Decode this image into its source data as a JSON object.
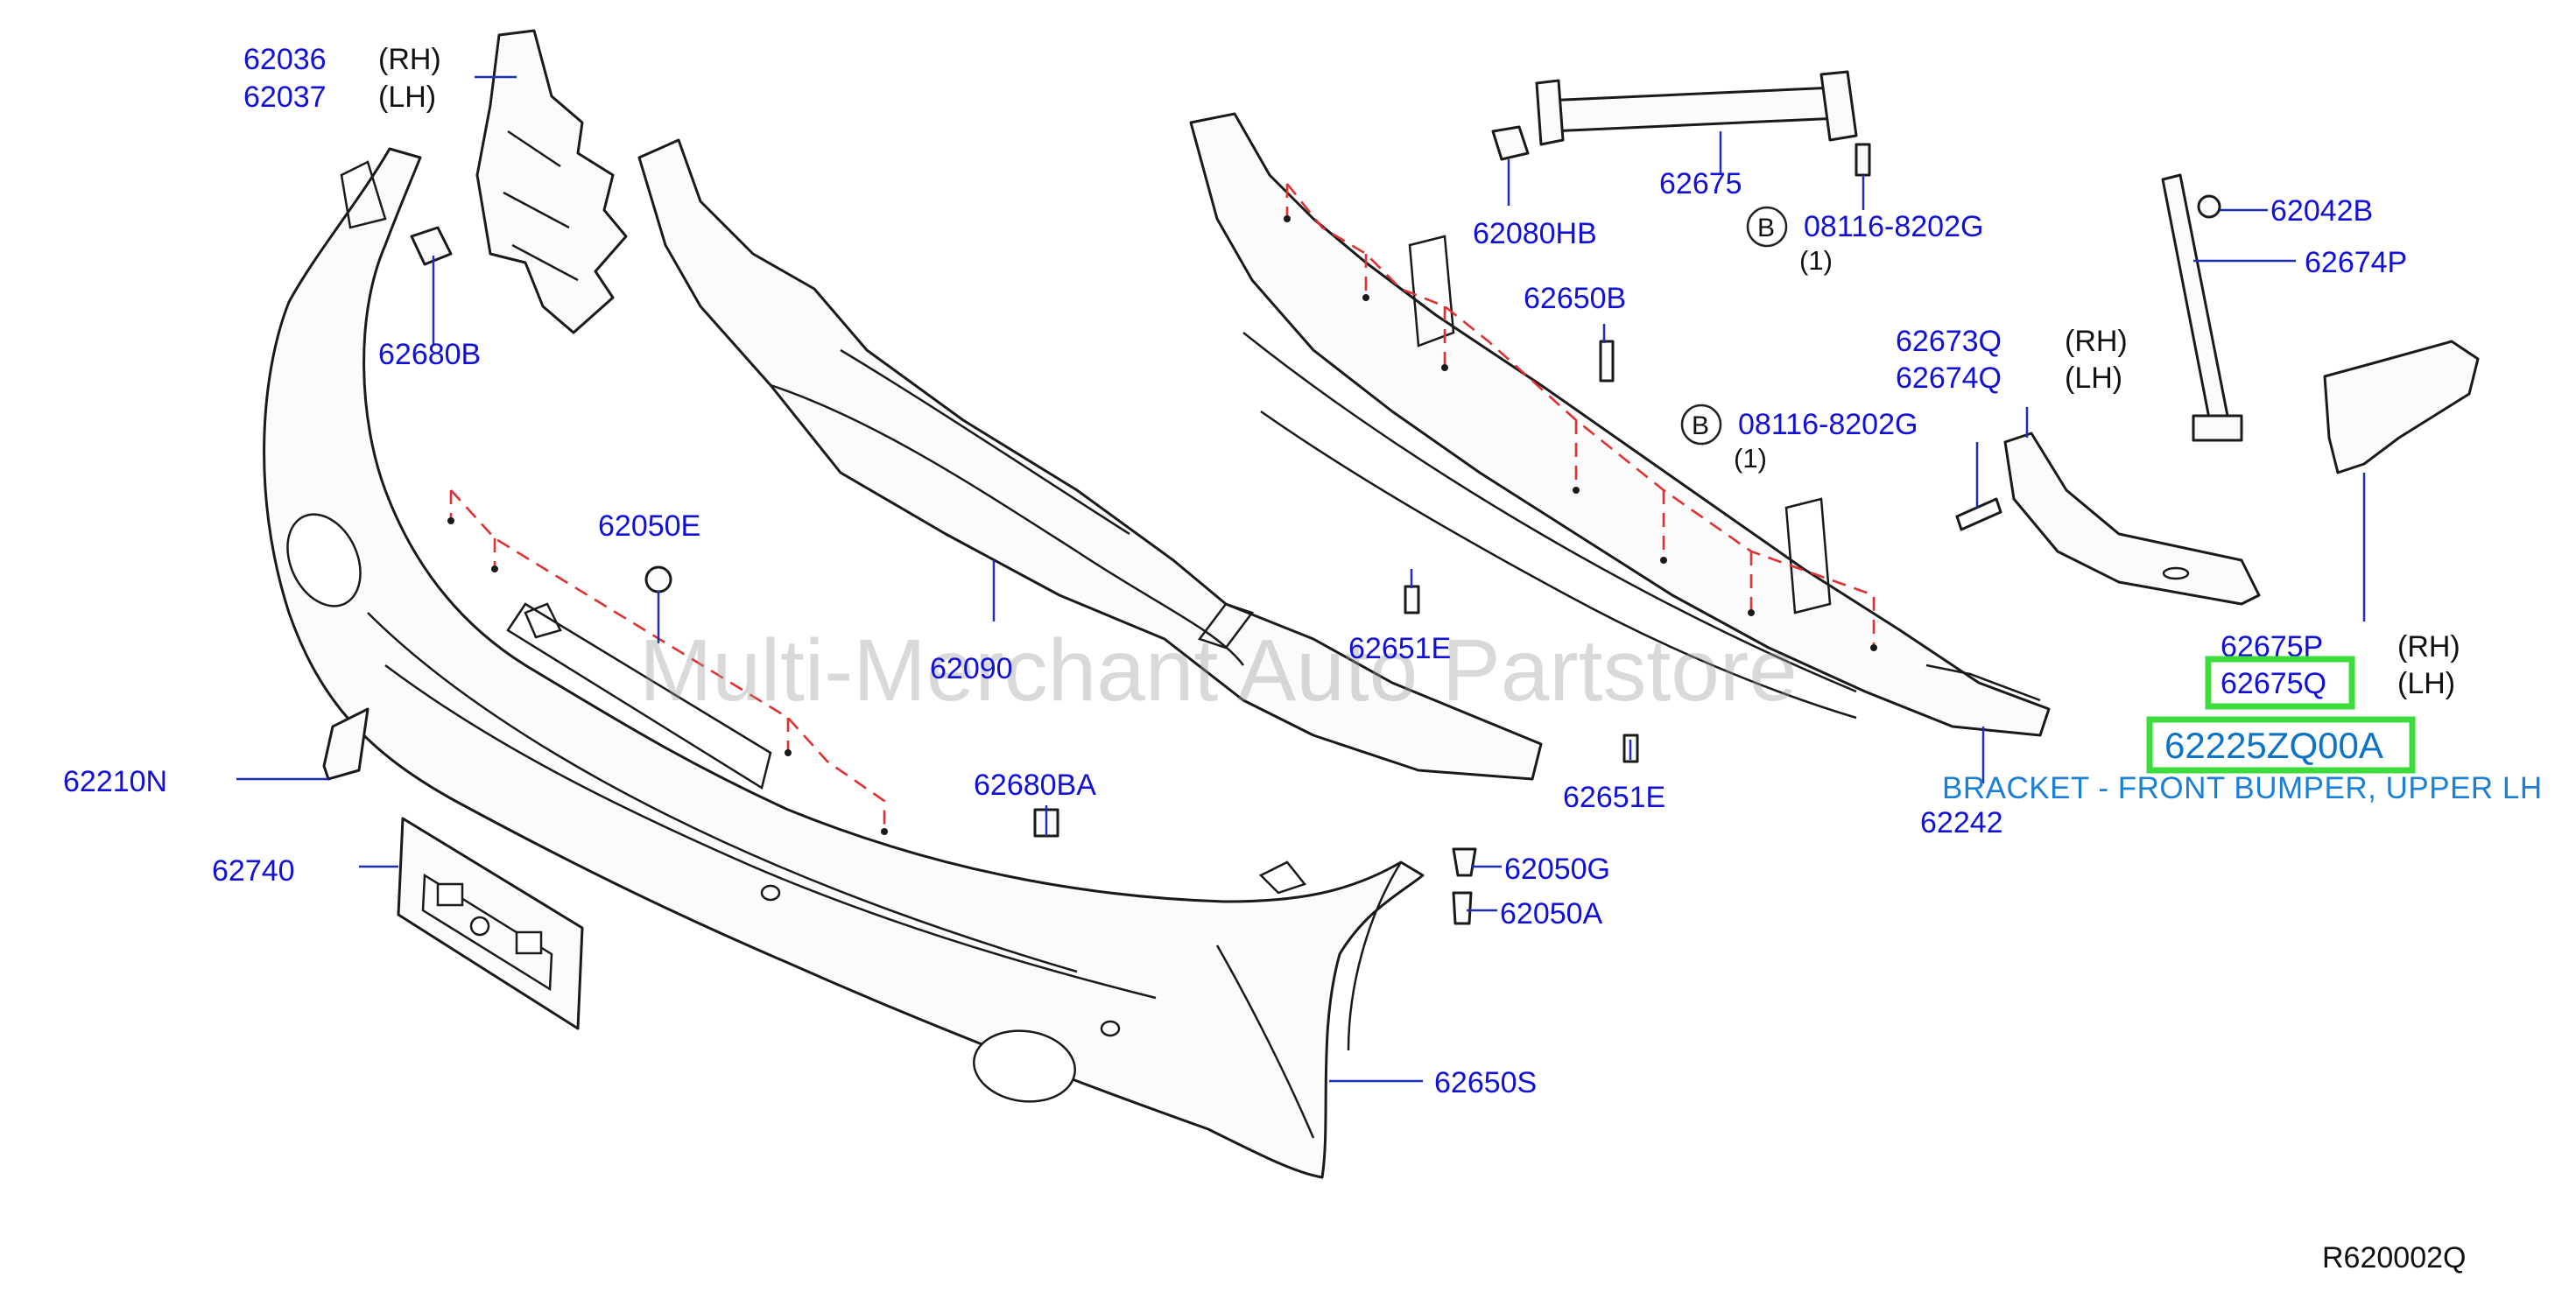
{
  "labels": {
    "p62036": "62036",
    "p62037": "62037",
    "p62680B": "62680B",
    "p62050E": "62050E",
    "p62090": "62090",
    "p62210N": "62210N",
    "p62740": "62740",
    "p62680BA": "62680BA",
    "p62050G": "62050G",
    "p62050A": "62050A",
    "p62650S": "62650S",
    "p62675": "62675",
    "p62080HB": "62080HB",
    "p62650B": "62650B",
    "p62651E_a": "62651E",
    "p62651E_b": "62651E",
    "p62242": "62242",
    "p08116_a": "08116-8202G",
    "p08116_b": "08116-8202G",
    "p62673Q": "62673Q",
    "p62674Q": "62674Q",
    "p62042B": "62042B",
    "p62674P": "62674P",
    "p62675P": "62675P",
    "p62675Q": "62675Q"
  },
  "sides": {
    "rh": "(RH)",
    "lh": "(LH)"
  },
  "bolt_marker": "B",
  "bolt_qty": "(1)",
  "highlight": {
    "part_number": "62225ZQ00A",
    "description": "BRACKET - FRONT BUMPER, UPPER LH"
  },
  "diagram_ref": "R620002Q",
  "watermark": "Multi-Merchant Auto Partstore",
  "colors": {
    "label_blue": "#1010d8",
    "highlight_green": "#3ddc3d",
    "caption_blue": "#1c7fd6",
    "guide_red": "#e03030"
  }
}
